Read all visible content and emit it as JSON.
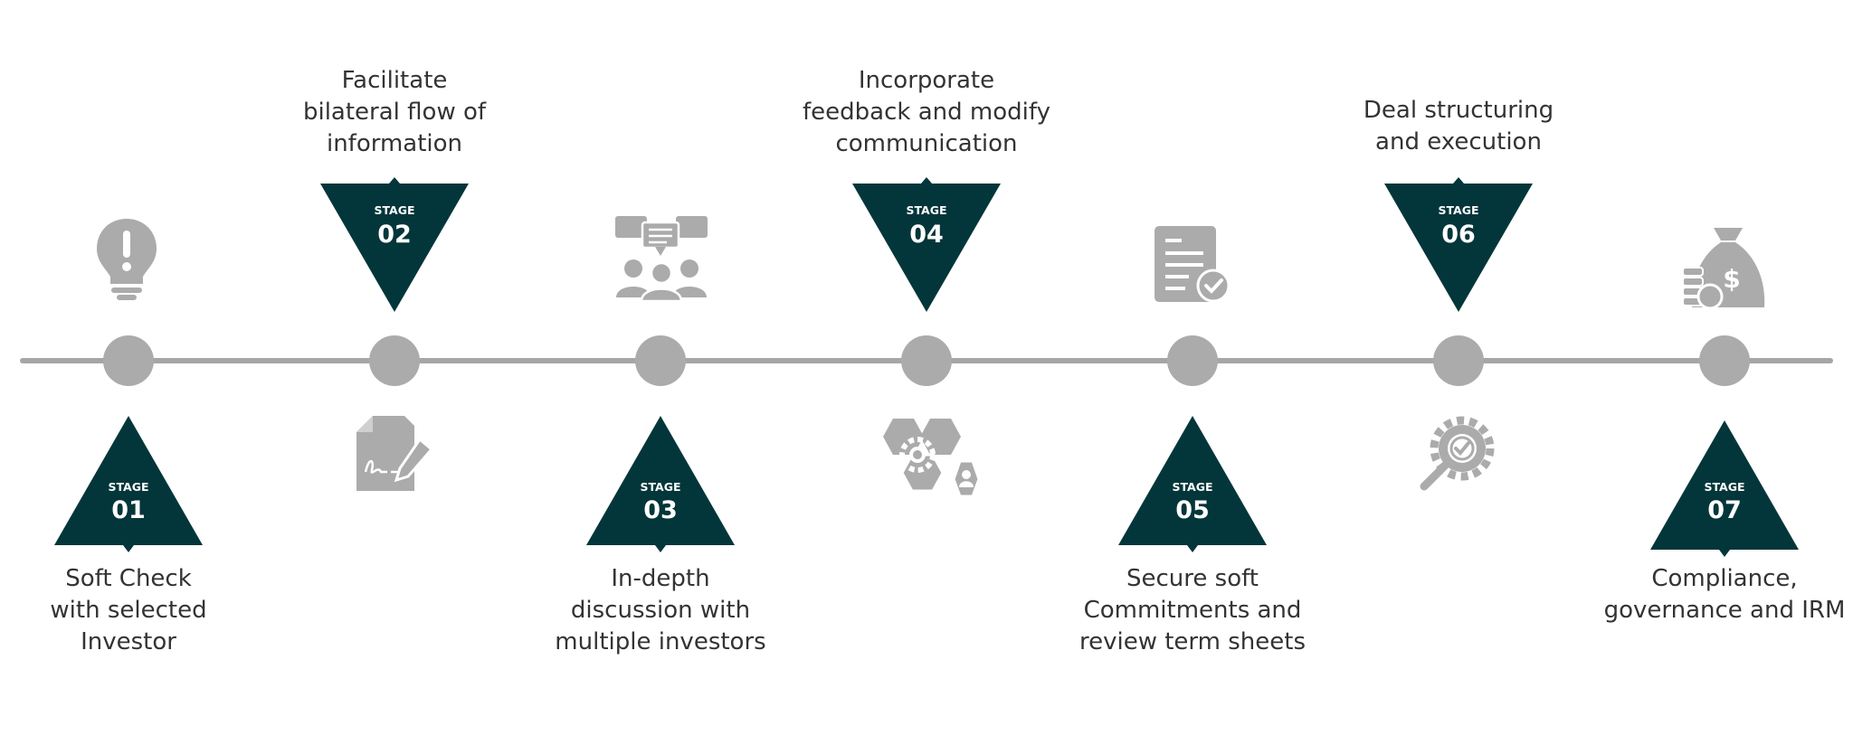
{
  "colors": {
    "dark": "#03363a",
    "line": "#a6a6a6",
    "icon": "#ababab",
    "text": "#333333"
  },
  "stages": [
    {
      "label": "STAGE",
      "number": "01",
      "text": "Soft Check\nwith selected\nInvestor",
      "icon": "lightbulb-icon"
    },
    {
      "label": "STAGE",
      "number": "02",
      "text": "Facilitate\nbilateral flow of\ninformation",
      "icon": "signed-document-icon"
    },
    {
      "label": "STAGE",
      "number": "03",
      "text": "In-depth\ndiscussion with\nmultiple investors",
      "icon": "group-discussion-icon"
    },
    {
      "label": "STAGE",
      "number": "04",
      "text": "Incorporate\nfeedback and modify\ncommunication",
      "icon": "gear-user-hexagon-icon"
    },
    {
      "label": "STAGE",
      "number": "05",
      "text": "Secure soft\nCommitments and\nreview term sheets",
      "icon": "approved-document-icon"
    },
    {
      "label": "STAGE",
      "number": "06",
      "text": "Deal structuring\nand execution",
      "icon": "gear-magnifier-check-icon"
    },
    {
      "label": "STAGE",
      "number": "07",
      "text": "Compliance,\ngovernance and IRM",
      "icon": "money-bag-coins-icon"
    }
  ]
}
